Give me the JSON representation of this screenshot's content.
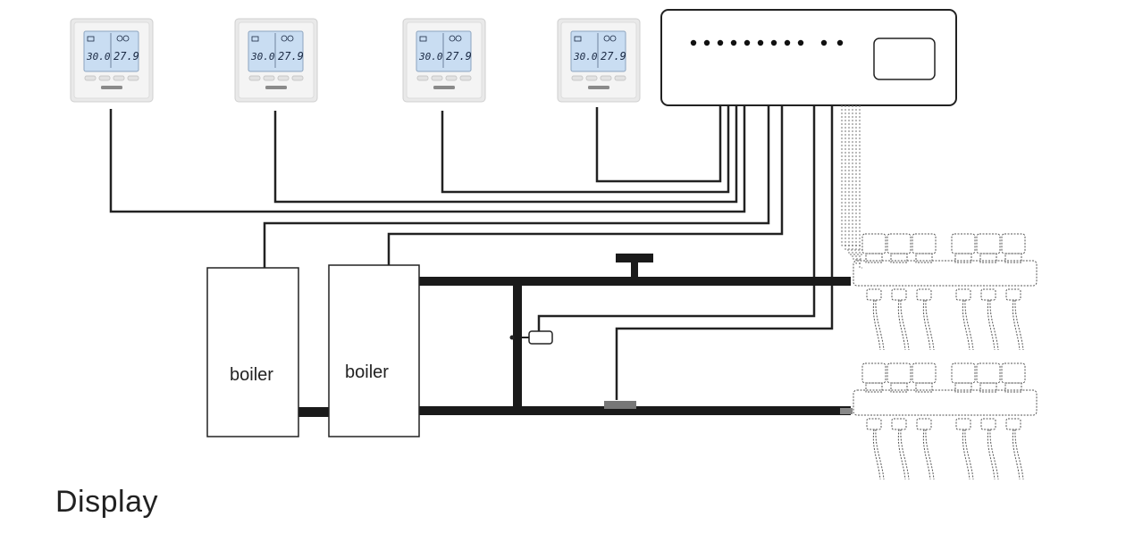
{
  "caption": "Display",
  "thermostats": [
    {
      "id": "thermostat-1",
      "temp_left": "30.0",
      "temp_right": "27.9"
    },
    {
      "id": "thermostat-2",
      "temp_left": "30.0",
      "temp_right": "27.9"
    },
    {
      "id": "thermostat-3",
      "temp_left": "30.0",
      "temp_right": "27.9"
    },
    {
      "id": "thermostat-4",
      "temp_left": "30.0",
      "temp_right": "27.9"
    }
  ],
  "boilers": [
    {
      "label": "boiler"
    },
    {
      "label": "boiler"
    }
  ],
  "colors": {
    "pipe": "#1a1a1a",
    "wire": "#222222",
    "lcd": "#c9ddf2",
    "thermostat_body": "#e9e9e9"
  }
}
